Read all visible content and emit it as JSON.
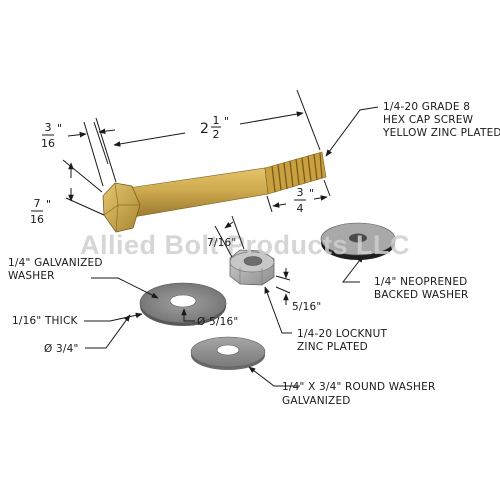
{
  "watermark": "Allied Bolt Products LLC",
  "colors": {
    "bolt_brass": "#c9a548",
    "bolt_shadow": "#9c7a2a",
    "washer_gray": "#8a8a8a",
    "neoprene_black": "#2a2a2a",
    "nut_gray": "#b5b5b5"
  },
  "callouts": {
    "screw": [
      "1/4-20 GRADE 8",
      "HEX CAP SCREW",
      "YELLOW ZINC PLATED"
    ],
    "galv_washer": [
      "1/4\" GALVANIZED",
      "WASHER"
    ],
    "neoprene_washer": [
      "1/4\" NEOPRENED",
      "BACKED WASHER"
    ],
    "locknut": [
      "1/4-20 LOCKNUT",
      "ZINC PLATED"
    ],
    "round_washer": [
      "1/4\" X 3/4\" ROUND WASHER",
      "GALVANIZED"
    ],
    "thick": "1/16\" THICK",
    "inner_dia": "Ø 5/16\"",
    "outer_dia": "Ø 3/4\"",
    "nut_width": "7/16\"",
    "nut_height": "5/16\""
  },
  "dims": {
    "head_height": {
      "num": "3",
      "den": "16",
      "unit": "\""
    },
    "head_width": {
      "num": "7",
      "den": "16",
      "unit": "\""
    },
    "length": {
      "whole": "2",
      "num": "1",
      "den": "2",
      "unit": "\""
    },
    "thread": {
      "num": "3",
      "den": "4",
      "unit": "\""
    }
  }
}
